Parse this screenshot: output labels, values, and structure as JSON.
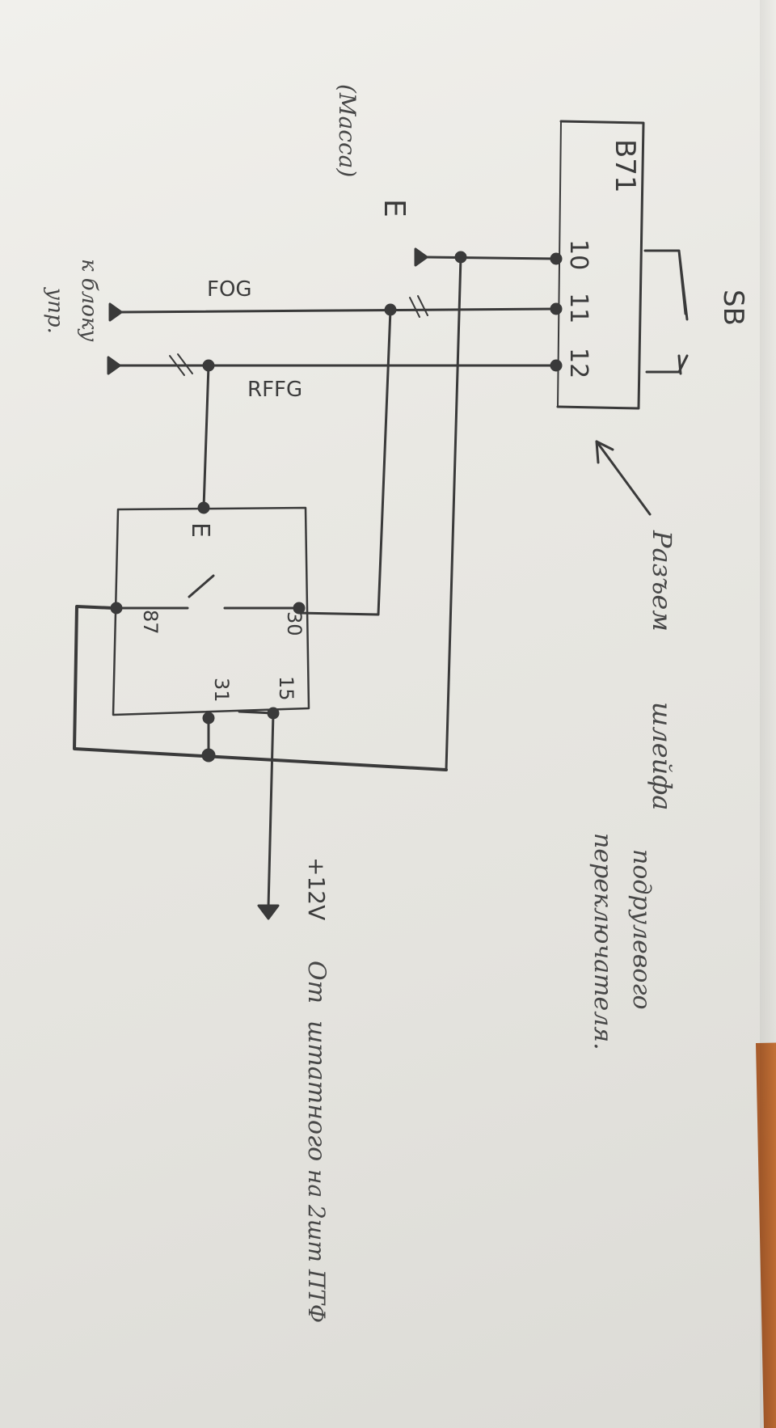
{
  "diagram": {
    "switch_block": {
      "name": "B71",
      "pins": [
        "10",
        "11",
        "12"
      ]
    },
    "switch_label": "SB",
    "ground_label": "E",
    "ground_note": "(Масса)",
    "wire_fog": "FOG",
    "wire_rfog": "RFFG",
    "to_control_unit": [
      "к блоку",
      "упр."
    ],
    "relay": {
      "ground_pin": "E",
      "pins": [
        "87",
        "30",
        "31",
        "15"
      ]
    },
    "power_label": "+12V",
    "power_note": [
      "От",
      "штатного",
      "на 2шт ПТФ"
    ],
    "connector_note": [
      "Разъем",
      "шлейфа",
      "подрулевого",
      "переключателя."
    ]
  },
  "colors": {
    "paper": "#eceae5",
    "pencil": "#3a3a3a"
  }
}
